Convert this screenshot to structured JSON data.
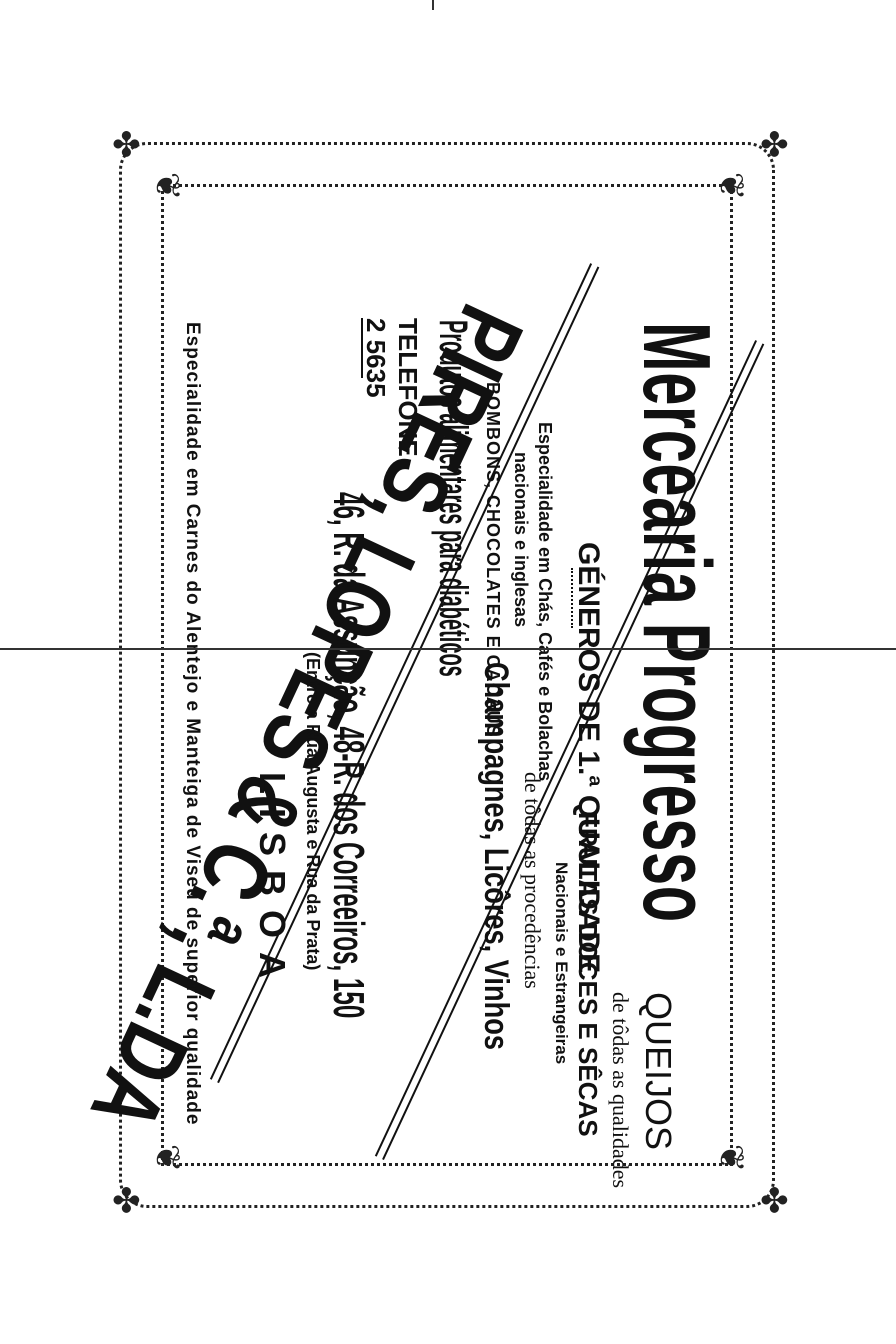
{
  "ad": {
    "title": "Mercearia Progresso",
    "generos": "GÉNEROS DE 1.ª QUALIDADE",
    "spec_line1": "Especialidade em Chás, Cafés e Bolachas",
    "spec_line2": "nacionais e inglesas",
    "bombons": "BOMBONS, CHOCOLATES E CACAUS",
    "diabeticos": "Produtos alimentares para diabéticos",
    "telefone_label": "TELEFONE",
    "telefone_number": "2 5635",
    "queijos": "QUEIJOS",
    "queijos_sub": "de tôdas as qualidades",
    "frutas": "FRUTAS DOCES E SÊCAS",
    "frutas_sub": "Nacionais e Estrangeiras",
    "champ_sub": "de tôdas as procedências",
    "champagnes": "Champagnes, Licôres, Vinhos",
    "firm": "PIRES, LOPES & C.ª, L.DA",
    "address": "46, R. da Assunção, 48-R. dos Correeiros, 150",
    "entre": "(Entre a Rua Augusta e Rua da Prata)",
    "city": "LISBOA",
    "footer": "Especialidade em Carnes do Alentejo e Manteiga de Viseu de superior qualidade"
  }
}
